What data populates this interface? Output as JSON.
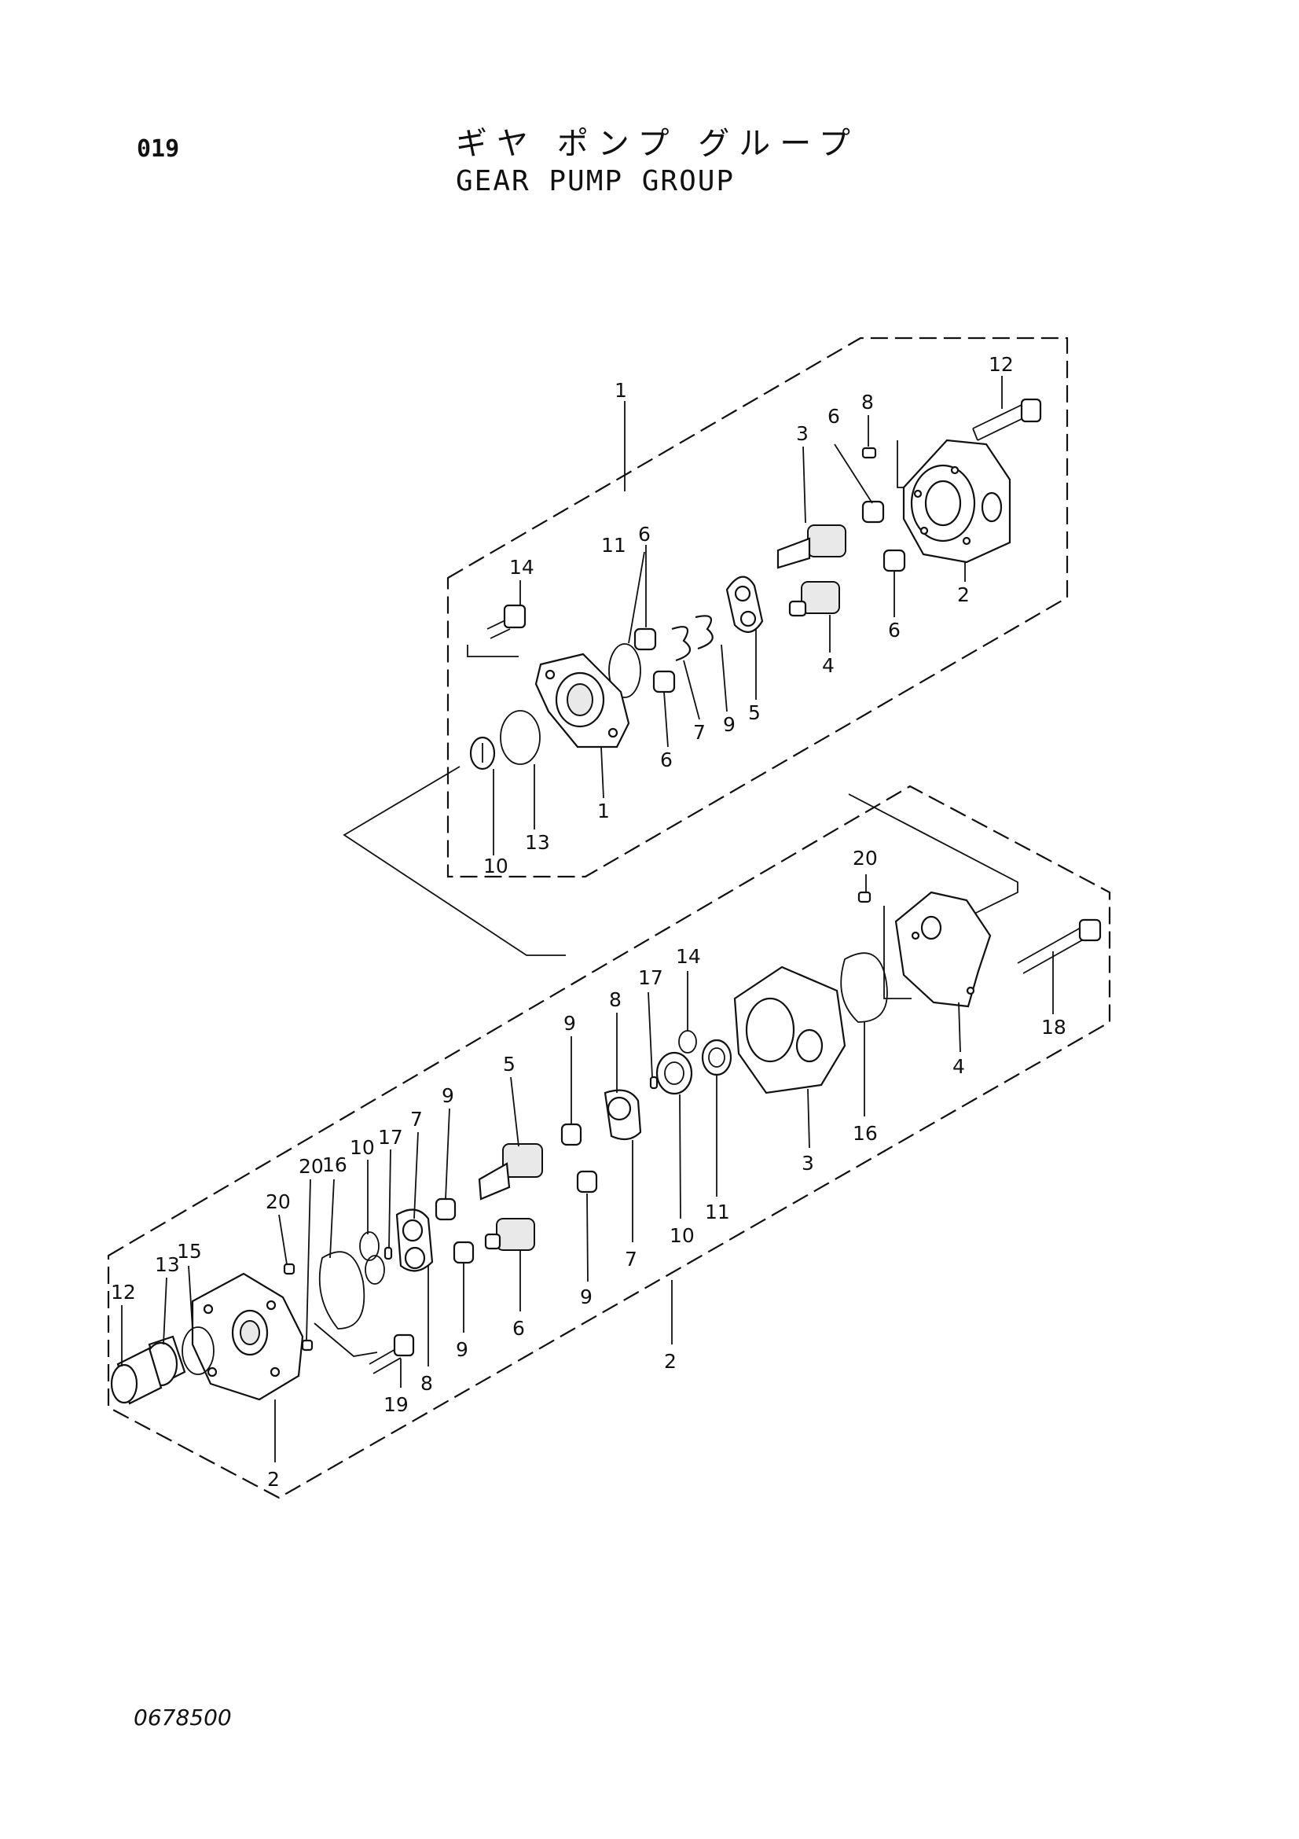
{
  "header": {
    "page_code": "019",
    "title_ja": "ギヤ ポンプ グループ",
    "title_en": "GEAR PUMP GROUP"
  },
  "footer": {
    "drawing_number": "0678500"
  },
  "callouts": {
    "upper": {
      "c1_top": "1",
      "c12": "12",
      "c8": "8",
      "c6_top": "6",
      "c3": "3",
      "c11": "11",
      "c6_mid": "6",
      "c14": "14",
      "c2": "2",
      "c6_right": "6",
      "c4": "4",
      "c5": "5",
      "c9": "9",
      "c7": "7",
      "c6_low": "6",
      "c1_low": "1",
      "c13": "13",
      "c10": "10"
    },
    "lower": {
      "c20_top": "20",
      "c14": "14",
      "c17_top": "17",
      "c8_top": "8",
      "c9_top": "9",
      "c5": "5",
      "c18": "18",
      "c9_mid": "9",
      "c7_top": "7",
      "c17_mid": "17",
      "c10_mid": "10",
      "c20_mid": "20",
      "c16_mid": "16",
      "c20_low": "20",
      "c15": "15",
      "c13": "13",
      "c12": "12",
      "c3": "3",
      "c16_right": "16",
      "c4": "4",
      "c10_right": "10",
      "c11": "11",
      "c7_low": "7",
      "c9_low": "9",
      "c6": "6",
      "c9_bottom": "9",
      "c8_low": "8",
      "c19": "19",
      "c2_mid": "2",
      "c2_low": "2"
    }
  }
}
